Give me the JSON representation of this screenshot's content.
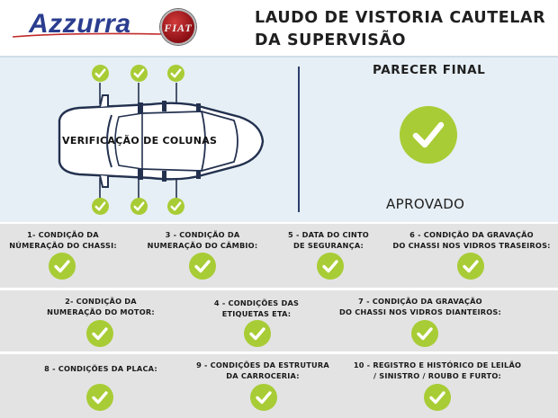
{
  "header": {
    "brand_name": "Azzurra",
    "badge_text": "FIAT",
    "title_line1": "LAUDO DE VISTORIA CAUTELAR",
    "title_line2": "DA SUPERVISÃO"
  },
  "colors": {
    "brand_blue": "#2a3d8f",
    "check_green": "#a8cc35",
    "panel_blue": "#e6eff5",
    "row_gray": "#e3e3e3"
  },
  "inspection": {
    "columns_label": "VERIFICAÇÃO DE COLUNAS",
    "column_checks": [
      "ok",
      "ok",
      "ok",
      "ok",
      "ok",
      "ok"
    ]
  },
  "final": {
    "title": "PARECER FINAL",
    "status": "APROVADO",
    "icon": "check-circle-icon"
  },
  "items": [
    {
      "line1": "1- CONDIÇÃO DA",
      "line2": "NÚMERAÇÃO DO CHASSI:",
      "status": "ok"
    },
    {
      "line1": "3 - CONDIÇÃO DA",
      "line2": "NUMERAÇÃO DO CÂMBIO:",
      "status": "ok"
    },
    {
      "line1": "5 - DATA DO CINTO",
      "line2": "DE SEGURANÇA:",
      "status": "ok"
    },
    {
      "line1": "6 - CONDIÇÃO DA GRAVAÇÃO",
      "line2": "DO CHASSI NOS VIDROS TRASEIROS:",
      "status": "ok"
    },
    {
      "line1": "2- CONDIÇÃO DA",
      "line2": "NUMERAÇÃO DO MOTOR:",
      "status": "ok"
    },
    {
      "line1": "4 - CONDIÇÕES DAS",
      "line2": "ETIQUETAS ETA:",
      "status": "ok"
    },
    {
      "line1": "7 - CONDIÇÃO DA GRAVAÇÃO",
      "line2": "DO CHASSI NOS VIDROS DIANTEIROS:",
      "status": "ok"
    },
    {
      "line1": "8 - CONDIÇÕES DA PLACA:",
      "line2": "",
      "status": "ok"
    },
    {
      "line1": "9 - CONDIÇÕES DA ESTRUTURA",
      "line2": "DA CARROCERIA:",
      "status": "ok"
    },
    {
      "line1": "10 - REGISTRO E HISTÓRICO DE LEILÃO",
      "line2": "/ SINISTRO / ROUBO E FURTO:",
      "status": "ok"
    }
  ]
}
